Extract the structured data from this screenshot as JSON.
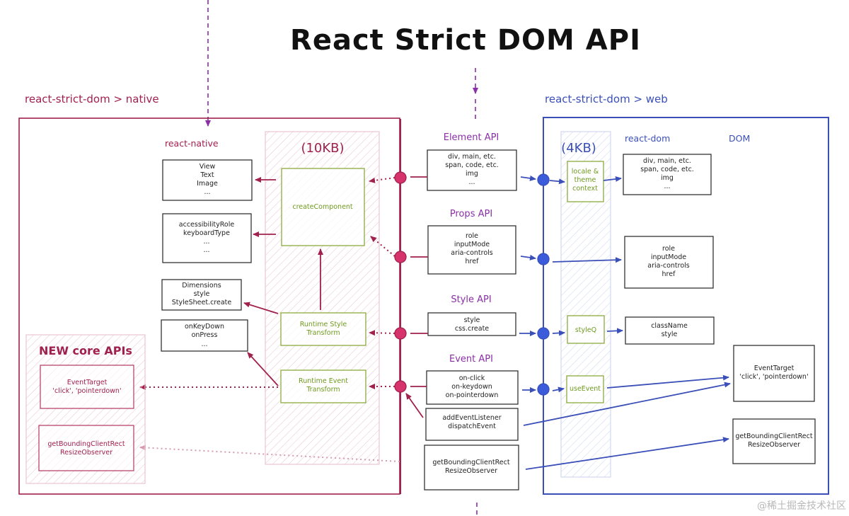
{
  "title": "React Strict DOM API",
  "colors": {
    "native": "#a0204e",
    "web": "#3a4fb8",
    "api_label": "#8a2fa6",
    "transform_green": "#6f9a1e",
    "node_native": "#d6336c",
    "node_web": "#3b5bdb"
  },
  "native": {
    "section_label": "react-strict-dom > native",
    "column_label": "react-native",
    "bundle_size": "(10KB)",
    "targets": [
      {
        "lines": [
          "View",
          "Text",
          "Image",
          "..."
        ]
      },
      {
        "lines": [
          "accessibilityRole",
          "keyboardType",
          "...",
          "..."
        ]
      },
      {
        "lines": [
          "Dimensions",
          "style",
          "StyleSheet.create"
        ]
      },
      {
        "lines": [
          "onKeyDown",
          "onPress",
          "..."
        ]
      }
    ],
    "transforms": {
      "create_component": "createComponent",
      "runtime_style": [
        "Runtime Style",
        "Transform"
      ],
      "runtime_event": [
        "Runtime Event",
        "Transform"
      ]
    },
    "new_core": {
      "heading": "NEW core APIs",
      "event_target": [
        "EventTarget",
        "'click', 'pointerdown'"
      ],
      "bounding": [
        "getBoundingClientRect",
        "ResizeObserver"
      ]
    }
  },
  "api": {
    "element": {
      "label": "Element API",
      "lines": [
        "div, main, etc.",
        "span, code, etc.",
        "img",
        "..."
      ]
    },
    "props": {
      "label": "Props API",
      "lines": [
        "role",
        "inputMode",
        "aria-controls",
        "href"
      ]
    },
    "style": {
      "label": "Style API",
      "lines": [
        "style",
        "css.create"
      ]
    },
    "event": {
      "label": "Event API",
      "lines": [
        "on-click",
        "on-keydown",
        "on-pointerdown"
      ]
    },
    "listener": {
      "lines": [
        "addEventListener",
        "dispatchEvent"
      ]
    },
    "bounding": {
      "lines": [
        "getBoundingClientRect",
        "ResizeObserver"
      ]
    }
  },
  "web": {
    "section_label": "react-strict-dom > web",
    "column_label": "react-dom",
    "dom_label": "DOM",
    "bundle_size": "(4KB)",
    "transforms": {
      "locale": [
        "locale &",
        "theme",
        "context"
      ],
      "styleq": "styleQ",
      "use_event": "useEvent"
    },
    "targets": {
      "elements": [
        "div, main, etc.",
        "span, code, etc.",
        "img",
        "..."
      ],
      "props": [
        "role",
        "inputMode",
        "aria-controls",
        "href"
      ],
      "style": [
        "className",
        "style"
      ],
      "event_target": [
        "EventTarget",
        "'click', 'pointerdown'"
      ],
      "bounding": [
        "getBoundingClientRect",
        "ResizeObserver"
      ]
    }
  },
  "watermark": "@稀土掘金技术社区"
}
